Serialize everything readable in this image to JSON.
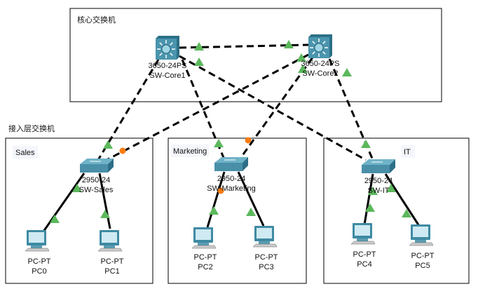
{
  "areas": {
    "core": "核心交换机",
    "access": "接入层交换机",
    "sales": "Sales",
    "marketing": "Marketing",
    "it": "IT"
  },
  "devices": {
    "core1": {
      "model": "3650-24PS",
      "name": "SW-Core1"
    },
    "core2": {
      "model": "3650-24PS",
      "name": "SW-Core2"
    },
    "sales": {
      "model": "2950-24",
      "name": "SW-Sales"
    },
    "marketing": {
      "model": "2950-24",
      "name": "SW-Marketing"
    },
    "it": {
      "model": "2950-24",
      "name": "SW-IT"
    },
    "pc0": {
      "model": "PC-PT",
      "name": "PC0"
    },
    "pc1": {
      "model": "PC-PT",
      "name": "PC1"
    },
    "pc2": {
      "model": "PC-PT",
      "name": "PC2"
    },
    "pc3": {
      "model": "PC-PT",
      "name": "PC3"
    },
    "pc4": {
      "model": "PC-PT",
      "name": "PC4"
    },
    "pc5": {
      "model": "PC-PT",
      "name": "PC5"
    }
  },
  "colors": {
    "link_up": "#5cb85c",
    "link_blocked": "#f97c10",
    "switch": "#4a8fa8"
  }
}
